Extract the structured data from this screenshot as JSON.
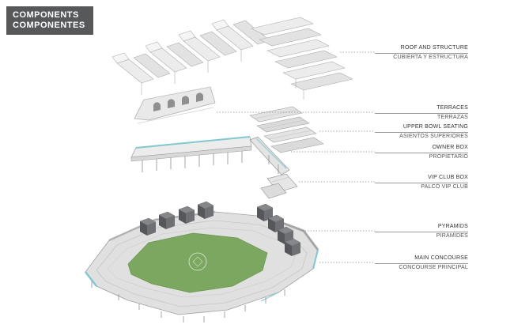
{
  "title_block": {
    "line1": "COMPONENTS",
    "line2": "COMPONENTES"
  },
  "labels": [
    {
      "id": "roof",
      "en": "ROOF AND STRUCTURE",
      "es": "CUBIERTA Y ESTRUCTURA"
    },
    {
      "id": "terraces",
      "en": "TERRACES",
      "es": "TERRAZAS"
    },
    {
      "id": "upper-bowl",
      "en": "UPPER BOWL SEATING",
      "es": "ASIENTOS SUPERIORES"
    },
    {
      "id": "owner-box",
      "en": "OWNER BOX",
      "es": "PROPIETARIO"
    },
    {
      "id": "vip-club",
      "en": "VIP CLUB BOX",
      "es": "PALCO VIP CLUB"
    },
    {
      "id": "pyramids",
      "en": "PYRAMIDS",
      "es": "PIRAMIDES"
    },
    {
      "id": "concourse",
      "en": "MAIN CONCOURSE",
      "es": "CONCOURSE PRINCIPAL"
    }
  ],
  "colors": {
    "title-bg": "#57585a",
    "field-green": "#7CA761",
    "accent-teal": "#7fc9cf",
    "structure-light": "#ececec",
    "structure-dark": "#55575a"
  }
}
